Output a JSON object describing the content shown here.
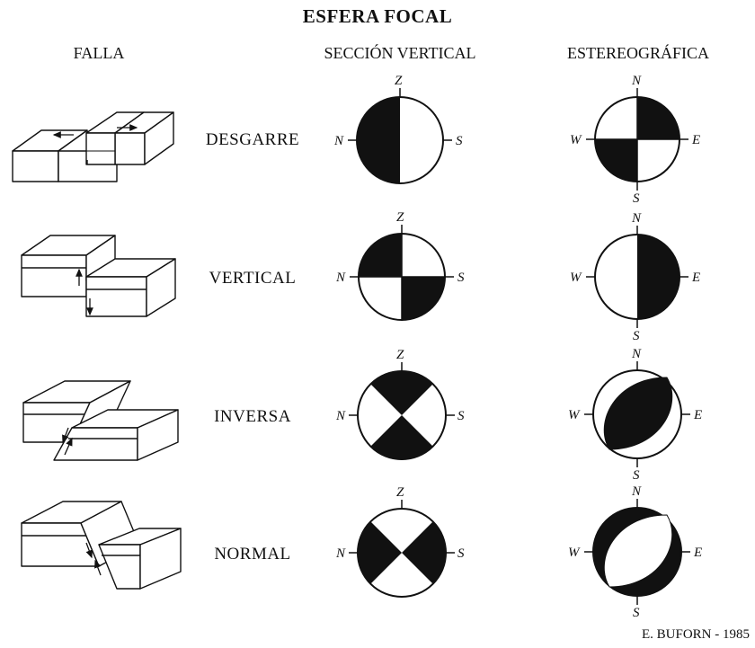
{
  "title": "ESFERA FOCAL",
  "columns": {
    "falla": "FALLA",
    "seccion": "SECCIÓN VERTICAL",
    "estereo": "ESTEREOGRÁFICA"
  },
  "rows": [
    {
      "label": "DESGARRE",
      "section_axes": {
        "top": "Z",
        "left": "N",
        "right": "S"
      },
      "stereo_axes": {
        "top": "N",
        "bottom": "S",
        "left": "W",
        "right": "E"
      }
    },
    {
      "label": "VERTICAL",
      "section_axes": {
        "top": "Z",
        "left": "N",
        "right": "S"
      },
      "stereo_axes": {
        "top": "N",
        "bottom": "S",
        "left": "W",
        "right": "E"
      }
    },
    {
      "label": "INVERSA",
      "section_axes": {
        "top": "Z",
        "left": "N",
        "right": "S"
      },
      "stereo_axes": {
        "top": "N",
        "bottom": "S",
        "left": "W",
        "right": "E"
      }
    },
    {
      "label": "NORMAL",
      "section_axes": {
        "top": "Z",
        "left": "N",
        "right": "S"
      },
      "stereo_axes": {
        "top": "N",
        "bottom": "S",
        "left": "W",
        "right": "E"
      }
    }
  ],
  "credit": "E. BUFORN - 1985",
  "colors": {
    "ink": "#111111",
    "paper": "#ffffff"
  }
}
